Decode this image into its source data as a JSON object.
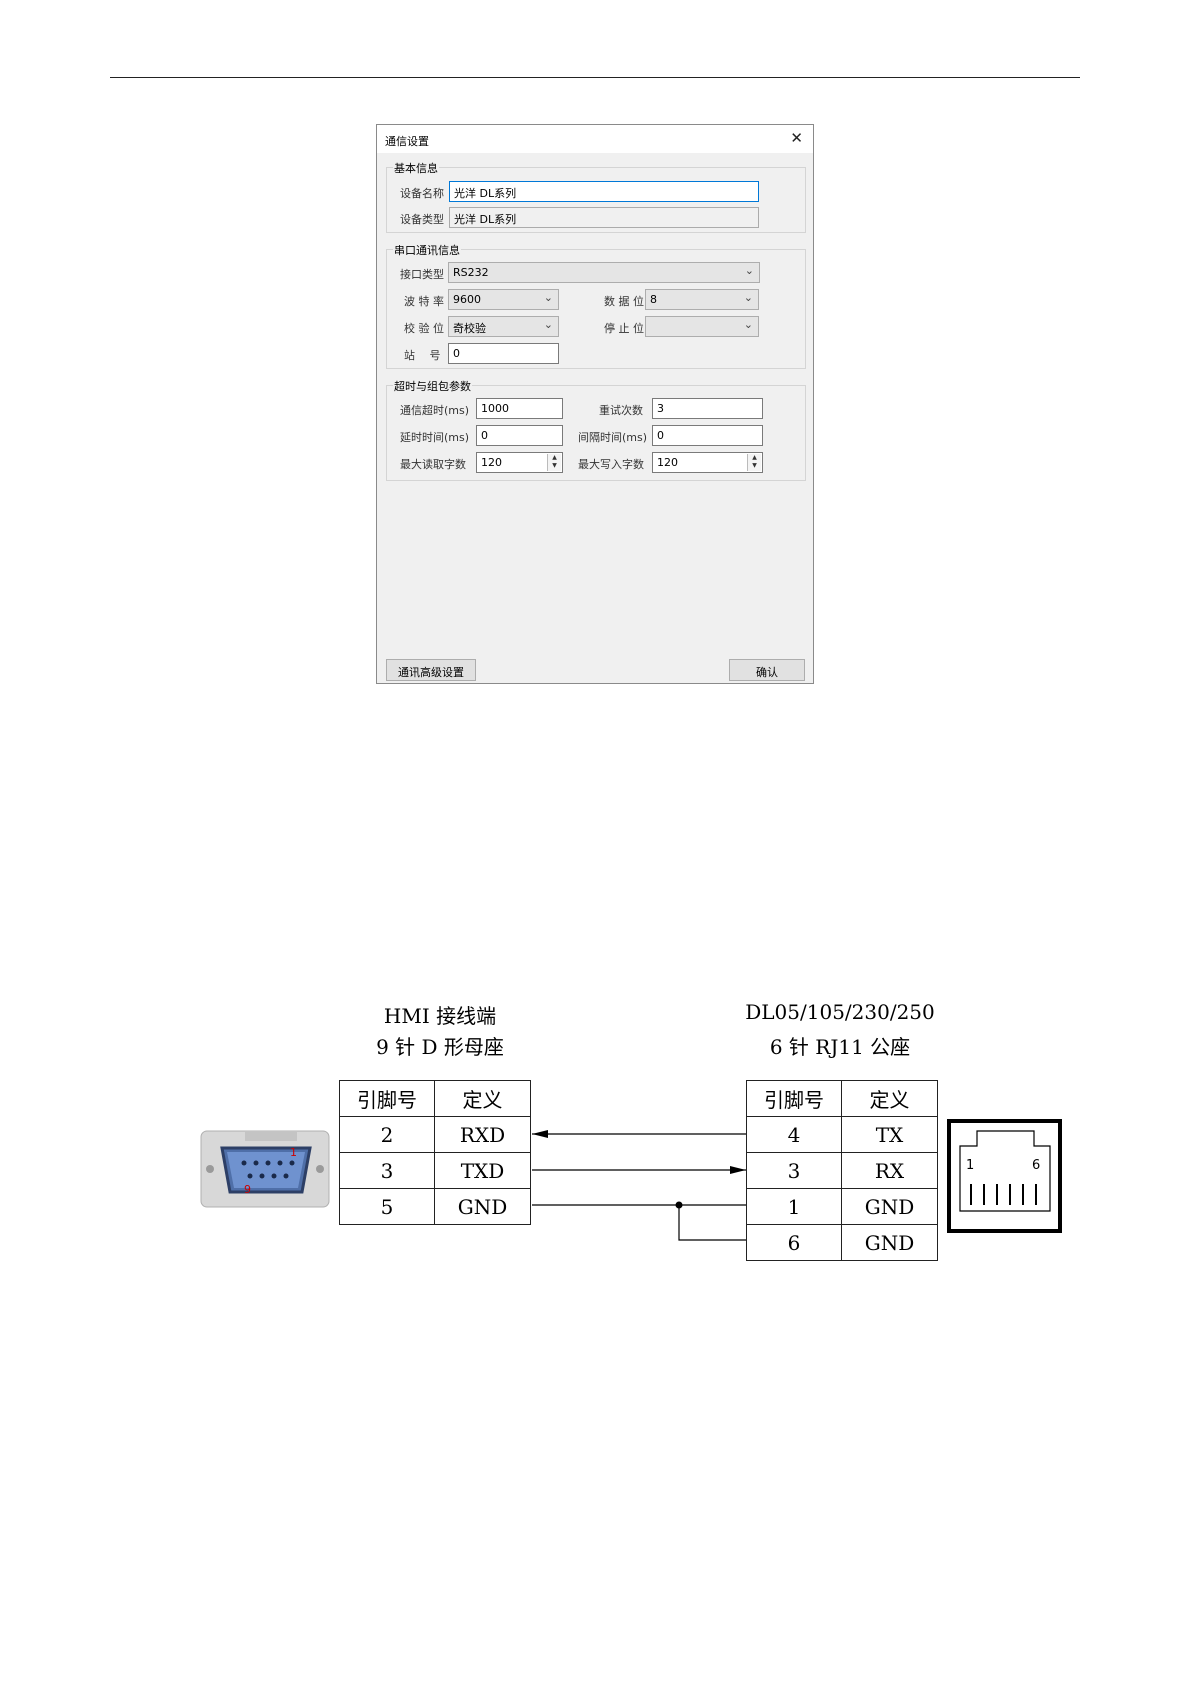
{
  "dialog": {
    "title": "通信设置",
    "close_glyph": "✕",
    "basic": {
      "legend": "基本信息",
      "device_name_label": "设备名称",
      "device_name_value": "光洋 DL系列",
      "device_type_label": "设备类型",
      "device_type_value": "光洋 DL系列"
    },
    "serial": {
      "legend": "串口通讯信息",
      "interface_label": "接口类型",
      "interface_value": "RS232",
      "baud_label": "波 特 率",
      "baud_value": "9600",
      "databits_label": "数 据 位",
      "databits_value": "8",
      "parity_label": "校 验 位",
      "parity_value": "奇校验",
      "stopbits_label": "停 止 位",
      "stopbits_value": "",
      "station_label": "站　 号",
      "station_value": "0"
    },
    "timeout": {
      "legend": "超时与组包参数",
      "comm_timeout_label": "通信超时(ms)",
      "comm_timeout_value": "1000",
      "retry_label": "重试次数",
      "retry_value": "3",
      "delay_label": "延时时间(ms)",
      "delay_value": "0",
      "interval_label": "间隔时间(ms)",
      "interval_value": "0",
      "max_read_label": "最大读取字数",
      "max_read_value": "120",
      "max_write_label": "最大写入字数",
      "max_write_value": "120"
    },
    "advanced_button": "通讯高级设置",
    "ok_button": "确认"
  },
  "wiring": {
    "hmi_caption_1": "HMI 接线端",
    "hmi_caption_2": "9 针 D 形母座",
    "plc_caption_1": "DL05/105/230/250",
    "plc_caption_2": "6 针 RJ11 公座",
    "hmi_table": {
      "headers": [
        "引脚号",
        "定义"
      ],
      "rows": [
        [
          "2",
          "RXD"
        ],
        [
          "3",
          "TXD"
        ],
        [
          "5",
          "GND"
        ]
      ]
    },
    "plc_table": {
      "headers": [
        "引脚号",
        "定义"
      ],
      "rows": [
        [
          "4",
          "TX"
        ],
        [
          "3",
          "RX"
        ],
        [
          "1",
          "GND"
        ],
        [
          "6",
          "GND"
        ]
      ]
    },
    "db9_pin_labels": [
      "1",
      "9"
    ],
    "rj11_pin_labels": [
      "1",
      "6"
    ]
  }
}
